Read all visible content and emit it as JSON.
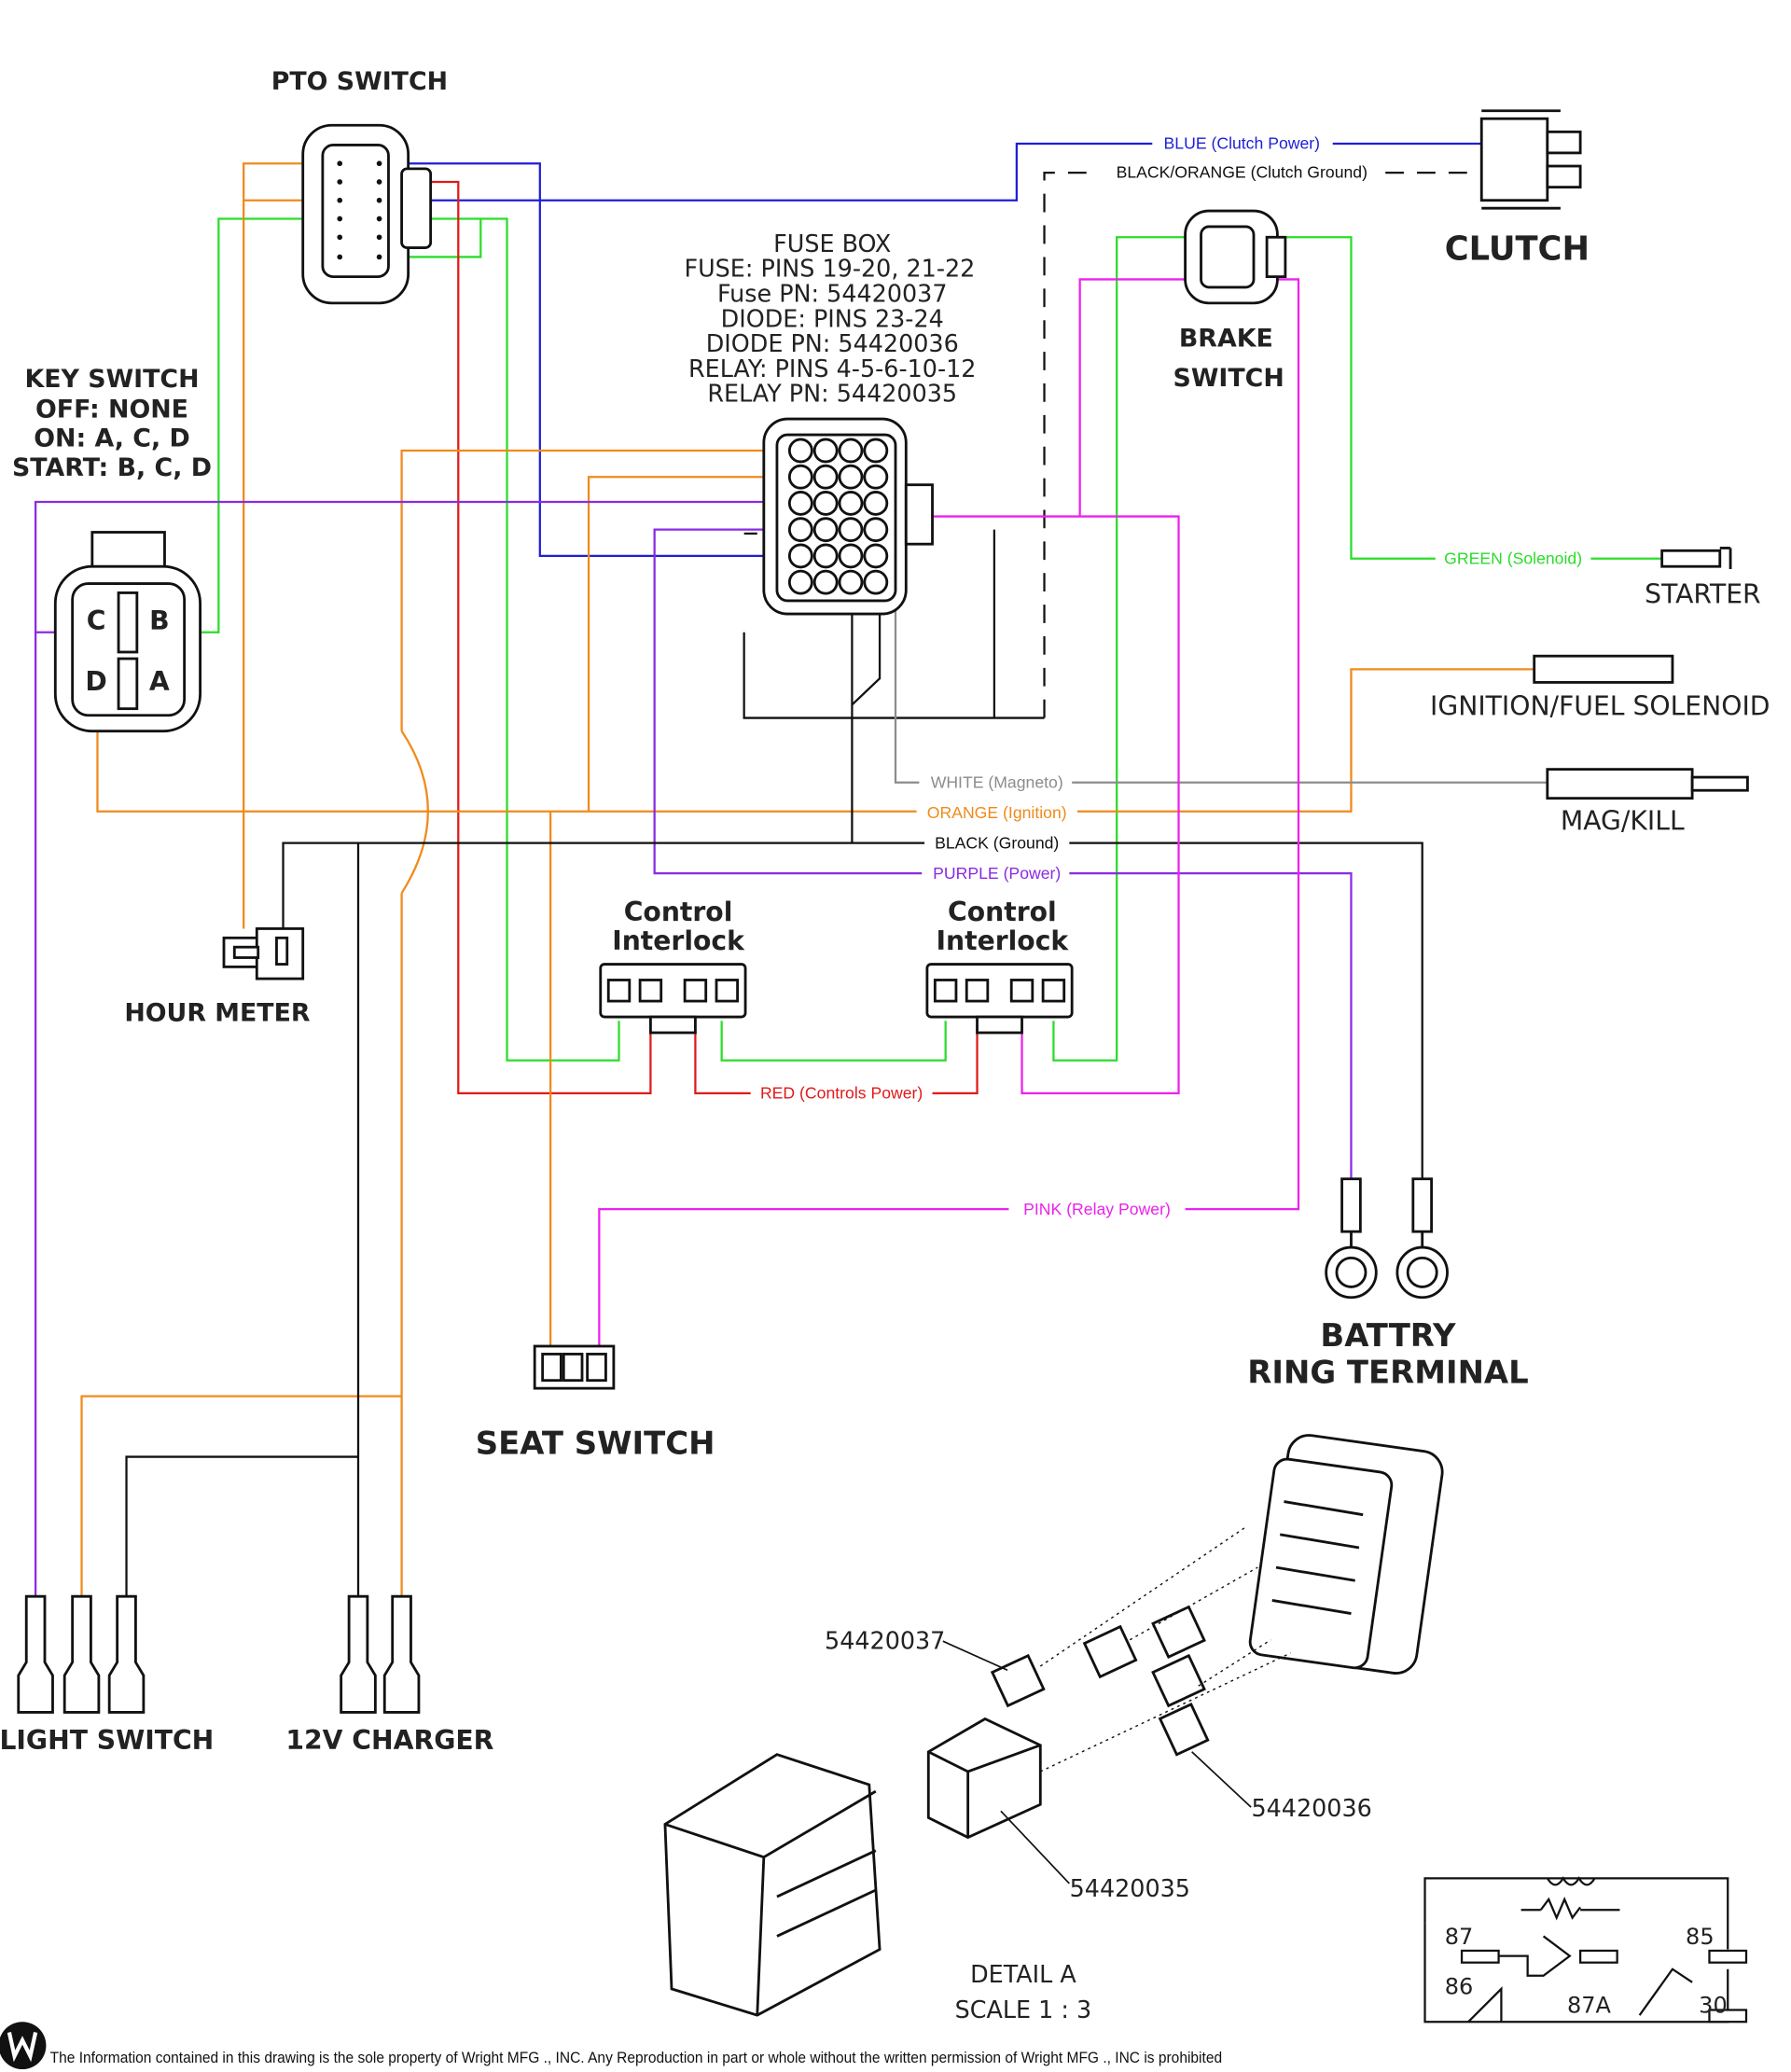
{
  "colors": {
    "blue": "#1f1fd6",
    "orange": "#f08a1c",
    "green": "#2bdc2b",
    "red": "#e01a1a",
    "purple": "#8a2be2",
    "pink": "#ec22ec",
    "black": "#111111",
    "white_wire": "#8c8c8c"
  },
  "components": {
    "pto_switch": "PTO SWITCH",
    "key_switch": [
      "KEY SWITCH",
      "OFF: NONE",
      "ON: A, C, D",
      "START: B, C, D"
    ],
    "key_switch_pins": [
      "C",
      "B",
      "D",
      "A"
    ],
    "fuse_box": [
      "FUSE BOX",
      "FUSE: PINS 19-20, 21-22",
      "Fuse PN: 54420037",
      "DIODE: PINS 23-24",
      "DIODE PN: 54420036",
      "RELAY: PINS 4-5-6-10-12",
      "RELAY PN: 54420035"
    ],
    "clutch": "CLUTCH",
    "brake_switch": [
      "BRAKE",
      "SWITCH"
    ],
    "starter": "STARTER",
    "ignition": "IGNITION/FUEL SOLENOID",
    "mag_kill": "MAG/KILL",
    "hour_meter": "HOUR METER",
    "control_interlock_1": [
      "Control",
      "Interlock"
    ],
    "control_interlock_2": [
      "Control",
      "Interlock"
    ],
    "battery": [
      "BATTRY",
      "RING TERMINAL"
    ],
    "seat_switch": "SEAT SWITCH",
    "light_switch": "LIGHT SWITCH",
    "charger": "12V CHARGER"
  },
  "wires": {
    "blue": "BLUE (Clutch Power)",
    "black_orange": "BLACK/ORANGE (Clutch Ground)",
    "green": "GREEN (Solenoid)",
    "white": "WHITE (Magneto)",
    "orange": "ORANGE (Ignition)",
    "black": "BLACK (Ground)",
    "purple": "PURPLE (Power)",
    "red": "RED (Controls Power)",
    "pink": "PINK (Relay Power)"
  },
  "detail": {
    "fuse_pn": "54420037",
    "diode_pn": "54420036",
    "relay_pn": "54420035",
    "title": "DETAIL A",
    "scale": "SCALE 1 : 3"
  },
  "relay_schematic": {
    "pins": [
      "87",
      "85",
      "86",
      "87A",
      "30"
    ]
  },
  "footer": {
    "notice": "The Information contained in this drawing is the sole property of Wright MFG ., INC. Any Reproduction in part or whole without the written permission of Wright MFG ., INC is prohibited"
  }
}
